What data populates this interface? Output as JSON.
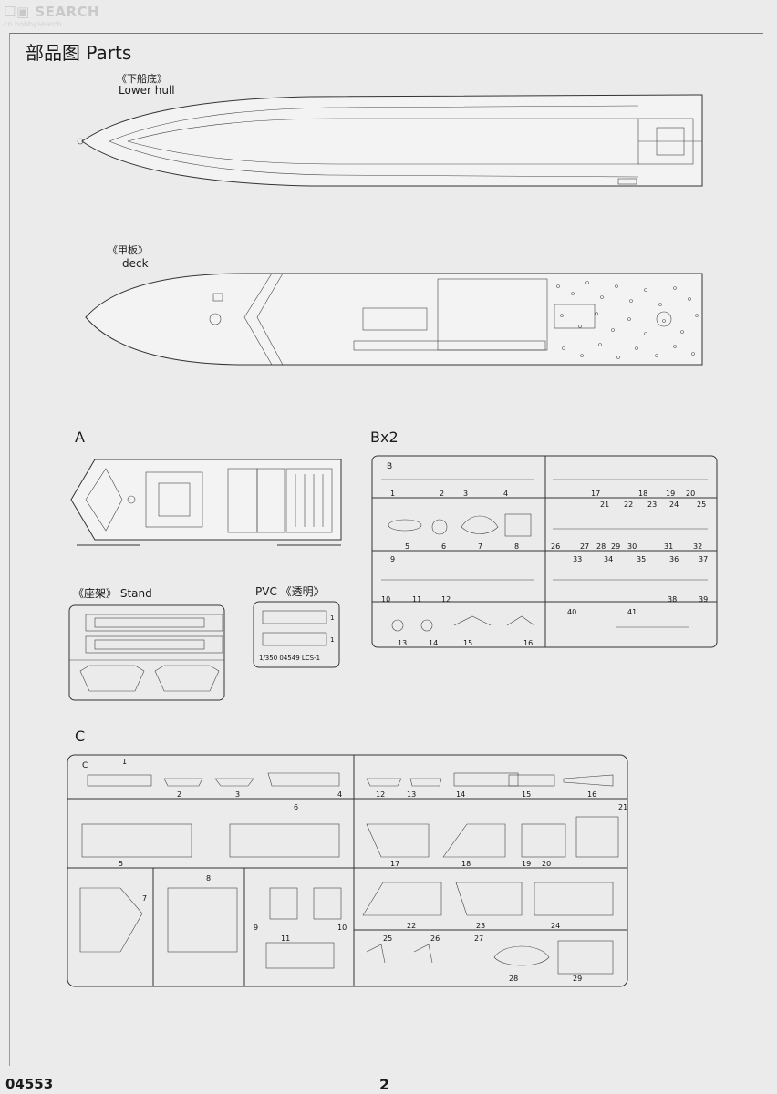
{
  "watermark": {
    "brand": "SEARCH",
    "url": "cn.hobbysearch"
  },
  "page_title": "部品图  Parts",
  "lower_hull": {
    "label_cn": "《下船底》",
    "label_en": "Lower hull"
  },
  "deck": {
    "label_cn": "《甲板》",
    "label_en": "deck"
  },
  "sprue_a": {
    "label": "A"
  },
  "sprue_b": {
    "label": "Bx2",
    "corner_letter": "B",
    "parts": [
      "1",
      "2",
      "3",
      "4",
      "5",
      "6",
      "7",
      "8",
      "9",
      "10",
      "11",
      "12",
      "13",
      "14",
      "15",
      "16",
      "17",
      "18",
      "19",
      "20",
      "21",
      "22",
      "23",
      "24",
      "25",
      "26",
      "27",
      "28",
      "29",
      "30",
      "31",
      "32",
      "33",
      "34",
      "35",
      "36",
      "37",
      "38",
      "39",
      "40",
      "41"
    ]
  },
  "stand": {
    "label_cn": "《座架》",
    "label_en": "Stand"
  },
  "pvc": {
    "label": "PVC 《透明》",
    "part_label": "1",
    "code": "1/350 04549 LCS-1"
  },
  "sprue_c": {
    "label": "C",
    "corner_letter": "C",
    "parts": [
      "1",
      "2",
      "3",
      "4",
      "5",
      "6",
      "7",
      "8",
      "9",
      "10",
      "11",
      "12",
      "13",
      "14",
      "15",
      "16",
      "17",
      "18",
      "19",
      "20",
      "21",
      "22",
      "23",
      "24",
      "25",
      "26",
      "27",
      "28",
      "29"
    ]
  },
  "footer": {
    "code": "04553",
    "page": "2"
  }
}
